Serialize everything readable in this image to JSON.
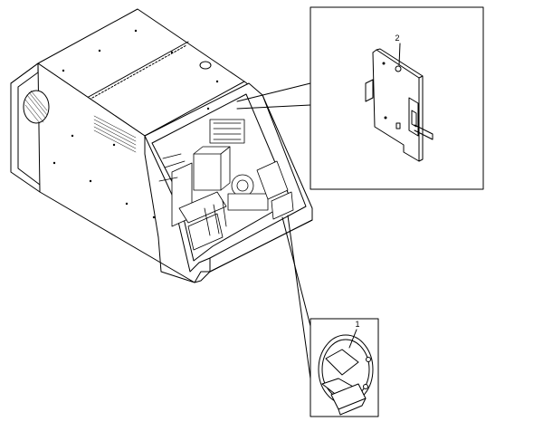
{
  "diagram": {
    "callouts": [
      {
        "id": "callout-1",
        "number": "1"
      },
      {
        "id": "callout-2",
        "number": "2"
      }
    ],
    "colors": {
      "line": "#000000",
      "background": "#ffffff",
      "shade": "#d9d9d9"
    }
  }
}
